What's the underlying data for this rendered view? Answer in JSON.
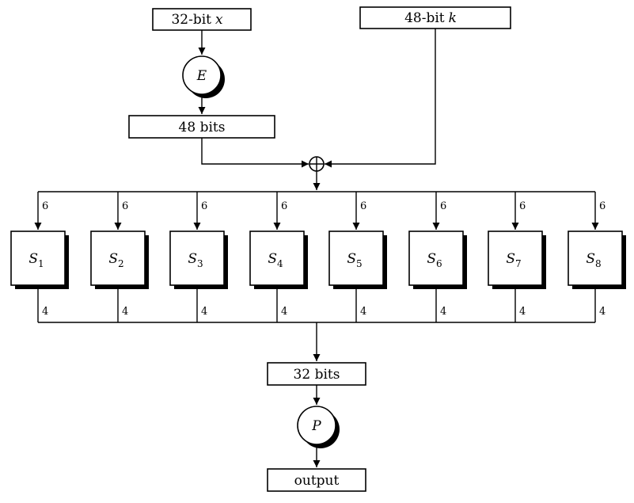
{
  "diagram": {
    "input_box": {
      "text": "32-bit",
      "variable": "x"
    },
    "key_box": {
      "text": "48-bit",
      "variable": "k"
    },
    "e_node": {
      "label": "E"
    },
    "bits48_box": {
      "label": "48  bits"
    },
    "xor_node": {
      "symbol": "⊕"
    },
    "sboxes": [
      {
        "name": "S",
        "sub": "1",
        "input_bits": "6",
        "output_bits": "4"
      },
      {
        "name": "S",
        "sub": "2",
        "input_bits": "6",
        "output_bits": "4"
      },
      {
        "name": "S",
        "sub": "3",
        "input_bits": "6",
        "output_bits": "4"
      },
      {
        "name": "S",
        "sub": "4",
        "input_bits": "6",
        "output_bits": "4"
      },
      {
        "name": "S",
        "sub": "5",
        "input_bits": "6",
        "output_bits": "4"
      },
      {
        "name": "S",
        "sub": "6",
        "input_bits": "6",
        "output_bits": "4"
      },
      {
        "name": "S",
        "sub": "7",
        "input_bits": "6",
        "output_bits": "4"
      },
      {
        "name": "S",
        "sub": "8",
        "input_bits": "6",
        "output_bits": "4"
      }
    ],
    "bits32_box": {
      "label": "32  bits"
    },
    "p_node": {
      "label": "P"
    },
    "output_box": {
      "label": "output"
    },
    "colors": {
      "stroke": "#000000",
      "fill": "#ffffff",
      "shadow": "#000000"
    }
  }
}
